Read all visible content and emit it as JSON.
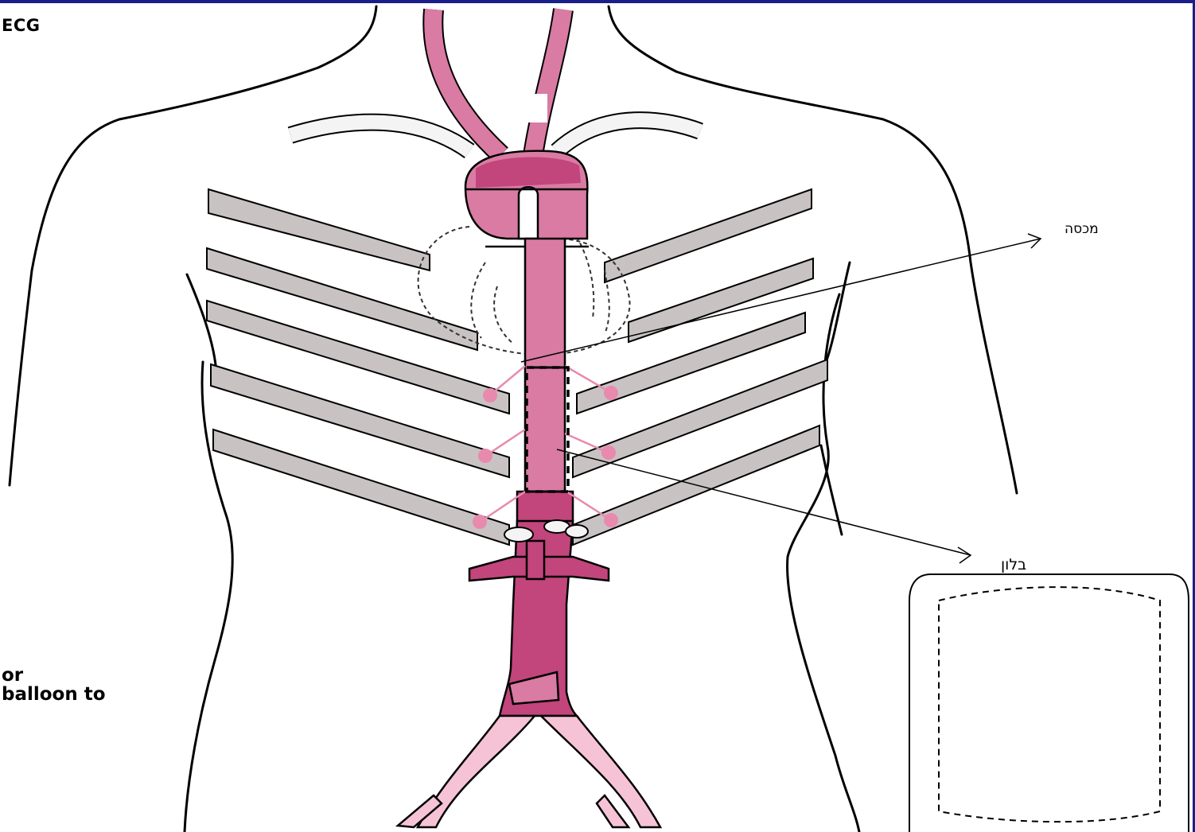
{
  "labels": {
    "ecg": "ECG",
    "fragment_line1": "or",
    "fragment_line2": "balloon to",
    "cover_label": "מכסה",
    "balloon_label": "בלון"
  },
  "colors": {
    "frame_blue": "#1b1f8a",
    "aorta_pink": "#d97ba3",
    "aorta_deep": "#c2457c",
    "iliac_light": "#f6c3d6",
    "rib_gray": "#c8c2c2",
    "vessel_white": "#f4f4f4",
    "outline": "#000000"
  },
  "icons": {
    "body": "torso-outline-icon",
    "aorta": "aorta-icon",
    "heart": "heart-outline-icon",
    "balloon": "balloon-catheter-icon"
  }
}
